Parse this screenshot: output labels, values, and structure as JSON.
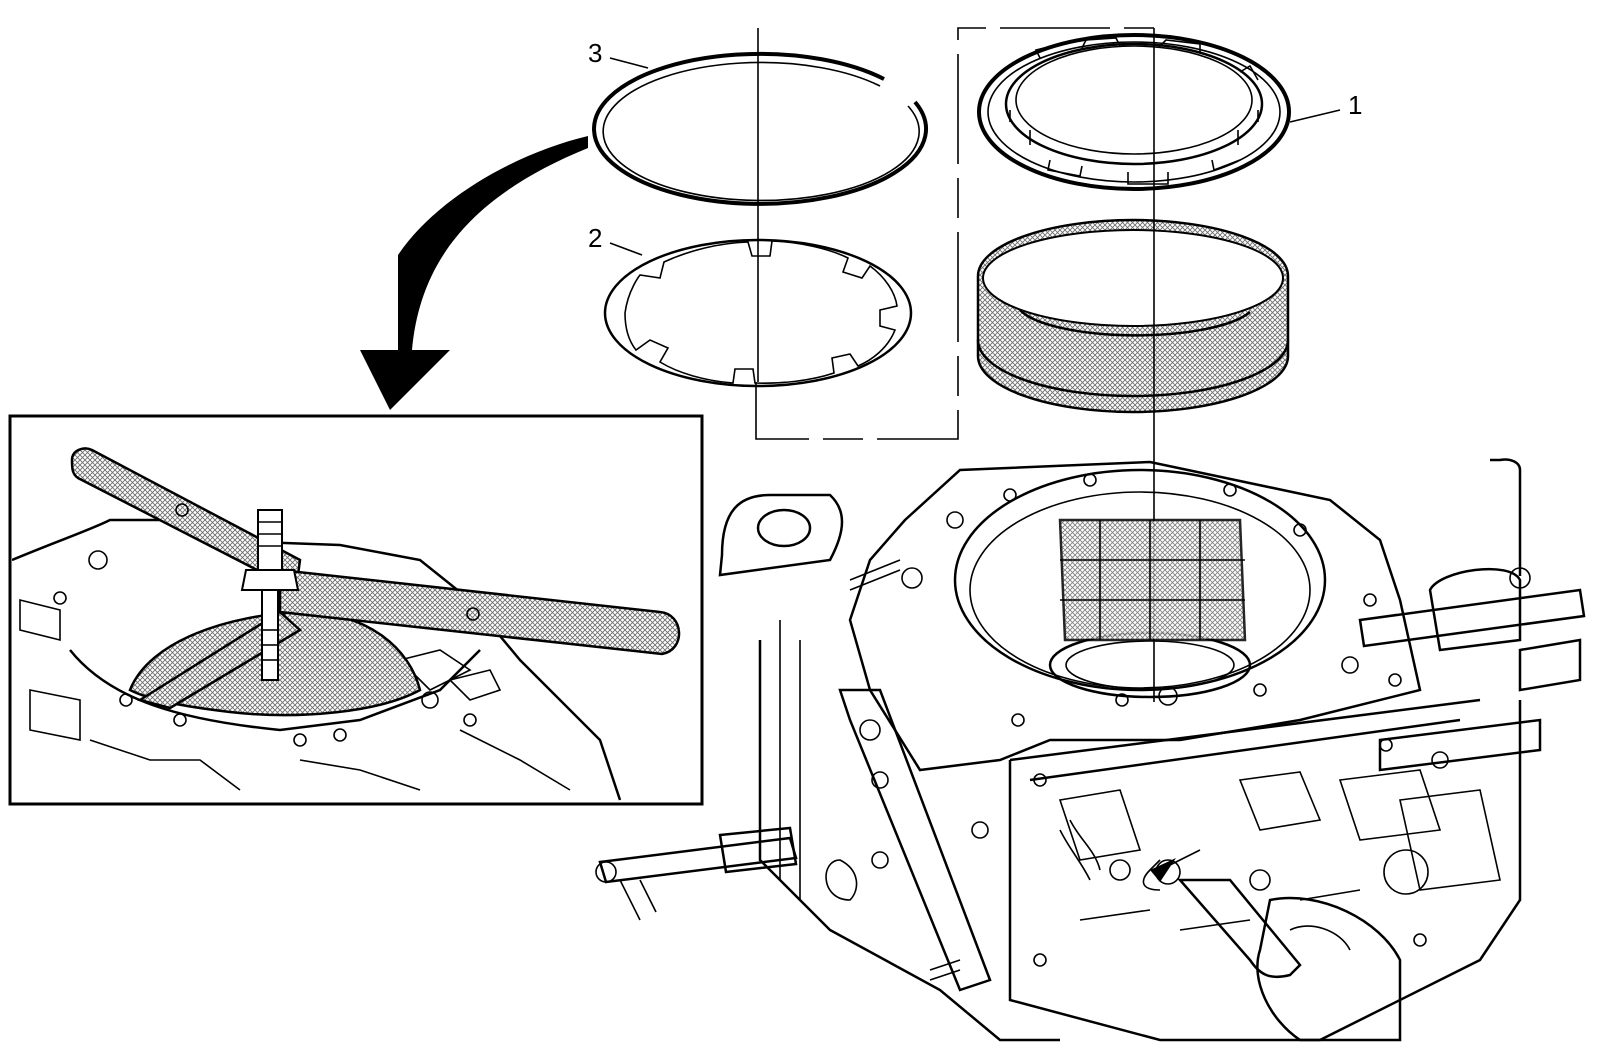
{
  "callouts": [
    {
      "id": "1",
      "label": "1"
    },
    {
      "id": "2",
      "label": "2"
    },
    {
      "id": "3",
      "label": "3"
    }
  ],
  "colors": {
    "ink": "#000000",
    "paper": "#ffffff",
    "hatch": "#8a8a8a"
  },
  "icons": [
    "curved-arrow-icon",
    "pointer-arrow-icon"
  ]
}
